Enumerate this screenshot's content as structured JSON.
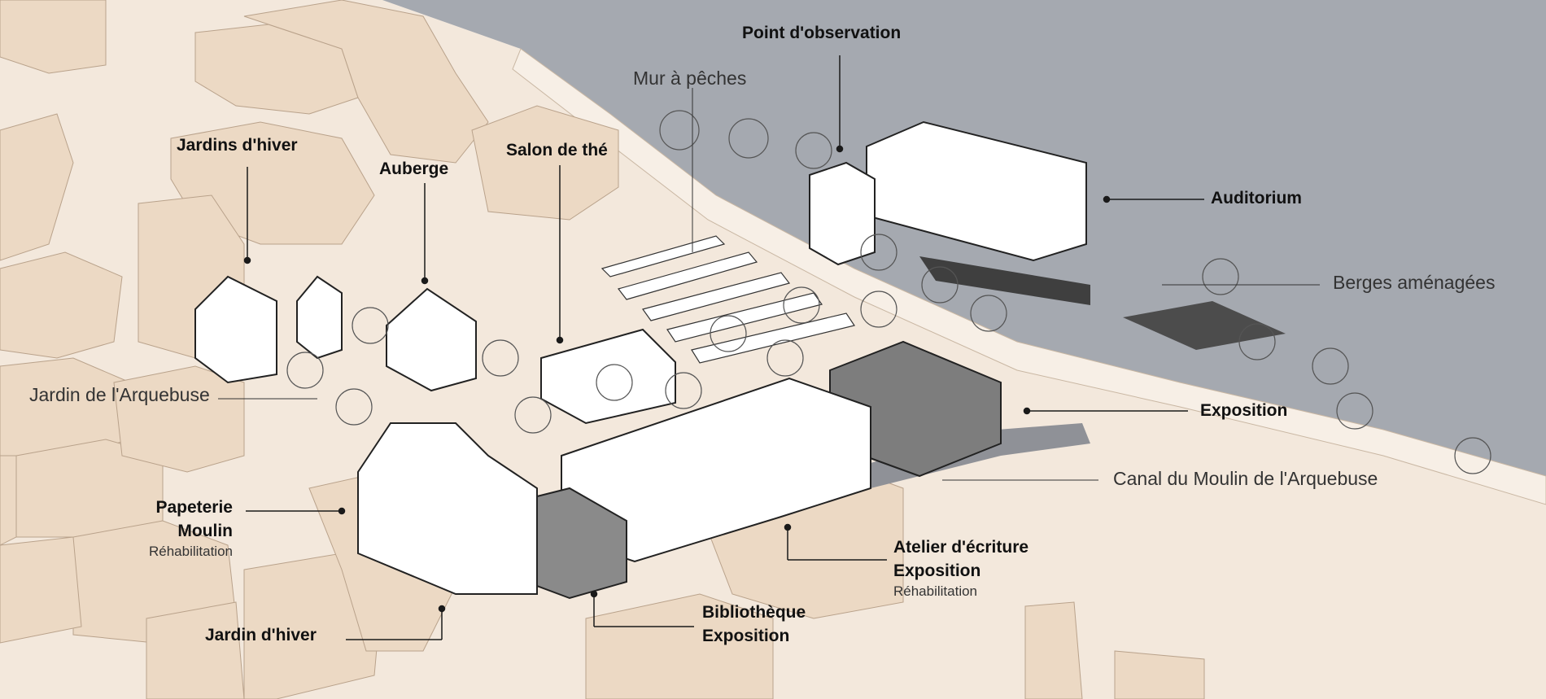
{
  "labels": {
    "point_observation": "Point d'observation",
    "mur_peches": "Mur à pêches",
    "jardins_hiver": "Jardins d'hiver",
    "auberge": "Auberge",
    "salon_the": "Salon de thé",
    "auditorium": "Auditorium",
    "berges": "Berges aménagées",
    "jardin_arquebuse": "Jardin de l'Arquebuse",
    "exposition": "Exposition",
    "canal": "Canal du Moulin de l'Arquebuse",
    "papeterie_line1": "Papeterie",
    "papeterie_line2": "Moulin",
    "papeterie_sub": "Réhabilitation",
    "atelier_line1": "Atelier d'écriture",
    "atelier_line2": "Exposition",
    "atelier_sub": "Réhabilitation",
    "jardin_hiver": "Jardin d'hiver",
    "bibliotheque_line1": "Bibliothèque",
    "bibliotheque_line2": "Exposition"
  },
  "colors": {
    "background": "#f3e8dc",
    "building": "#ecd9c4",
    "water": "#a5a9b0",
    "project_white": "#ffffff",
    "project_dark": "#7d7d7d",
    "line": "#1a1a1a"
  }
}
